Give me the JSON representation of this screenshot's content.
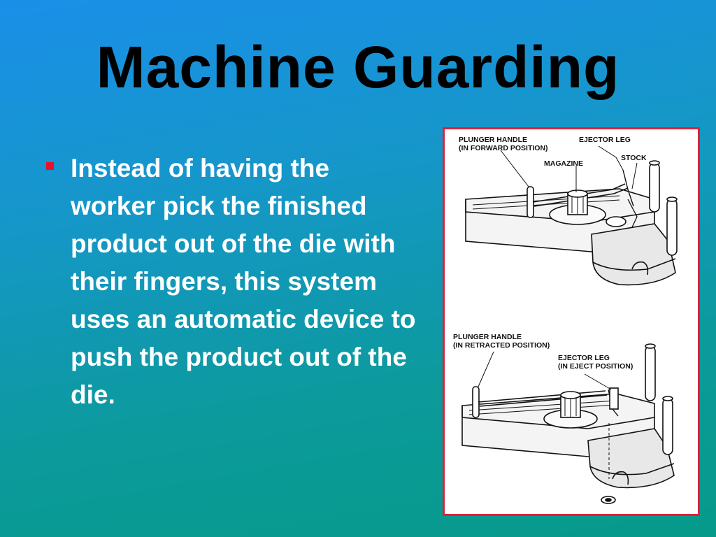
{
  "slide": {
    "title": "Machine Guarding",
    "bullets": [
      "Instead of having the worker pick the finished product out of the die with their fingers, this system uses an automatic device to push the product out of the die."
    ],
    "colors": {
      "background_top": "#1a8fe8",
      "background_bottom": "#069a8a",
      "title_text": "#000000",
      "body_text": "#ffffff",
      "bullet_marker": "#e8102a",
      "figure_border": "#e0203a"
    }
  },
  "figure": {
    "top_diagram": {
      "labels": {
        "plunger_handle": "PLUNGER HANDLE",
        "plunger_position": "(IN FORWARD POSITION)",
        "ejector_leg": "EJECTOR LEG",
        "magazine": "MAGAZINE",
        "stock": "STOCK"
      }
    },
    "bottom_diagram": {
      "labels": {
        "plunger_handle": "PLUNGER HANDLE",
        "plunger_position": "(IN RETRACTED POSITION)",
        "ejector_leg": "EJECTOR LEG",
        "ejector_position": "(IN EJECT POSITION)"
      }
    }
  }
}
